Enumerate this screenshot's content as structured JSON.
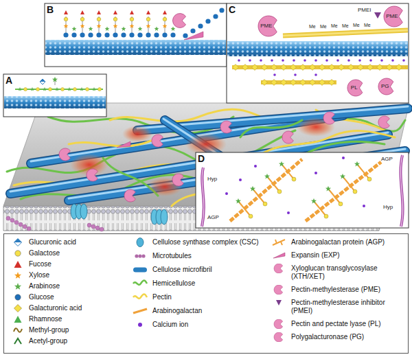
{
  "diagram": {
    "nodes": [
      {
        "text": [
          "B"
        ]
      },
      {
        "text": [
          "C"
        ]
      },
      {
        "text": [
          "PME"
        ],
        "in": 1
      },
      {
        "text": [
          "PME"
        ],
        "in": 1
      },
      {
        "text": [
          "PL"
        ],
        "in": 1
      },
      {
        "text": [
          "PG"
        ],
        "in": 1
      },
      {
        "text": [
          "A"
        ]
      },
      {
        "text": [
          "D"
        ]
      }
    ],
    "labels": [
      "PMEI",
      "Me",
      "Me",
      "Me",
      "Me",
      "Me",
      "Me",
      "AGP",
      "Hyp",
      "Hyp",
      "AGP"
    ],
    "legend": [
      {
        "text": "Glucuronic acid",
        "color": "#2b7bbf"
      },
      {
        "text": "Galactose",
        "color": "#f5e04a"
      },
      {
        "text": "Fucose",
        "color": "#d3322c"
      },
      {
        "text": "Xylose",
        "color": "#f39c1f"
      },
      {
        "text": "Arabinose",
        "color": "#5cae4c"
      },
      {
        "text": "Glucose",
        "color": "#1f6fb8"
      },
      {
        "text": "Galacturonic acid",
        "color": "#f5e04a"
      },
      {
        "text": "Rhamnose",
        "color": "#4caf50"
      },
      {
        "text": "Methyl-group",
        "color": "#8a6d1f"
      },
      {
        "text": "Acetyl-group",
        "color": "#2e7d32"
      },
      {
        "text": "Cellulose synthase complex (CSC)",
        "color": "#4fb3d9"
      },
      {
        "text": "Microtubules",
        "color": "#b06aa8"
      },
      {
        "text": "Cellulose microfibril",
        "color": "#2a7fc0"
      },
      {
        "text": "Hemicellulose",
        "color": "#6cc24a"
      },
      {
        "text": "Pectin",
        "color": "#f2d54a"
      },
      {
        "text": "Arabinogalactan",
        "color": "#f0a23a"
      },
      {
        "text": "Calcium ion",
        "color": "#7b2fd0"
      },
      {
        "text": "Arabinogalactan protein (AGP)",
        "color": "#f0a23a"
      },
      {
        "text": "Expansin (EXP)",
        "color": "#e070b0"
      },
      {
        "text": "Xyloglucan transglycosylase (XTH/XET)",
        "color": "#e98bbb"
      },
      {
        "text": "Pectin-methylesterase (PME)",
        "color": "#e98bbb"
      },
      {
        "text": "Pectin-methylesterase inhibitor (PMEI)",
        "color": "#7a3c8c"
      },
      {
        "text": "Pectin and pectate lyase (PL)",
        "color": "#e98bbb"
      },
      {
        "text": "Polygalacturonase (PG)",
        "color": "#e98bbb"
      }
    ]
  }
}
